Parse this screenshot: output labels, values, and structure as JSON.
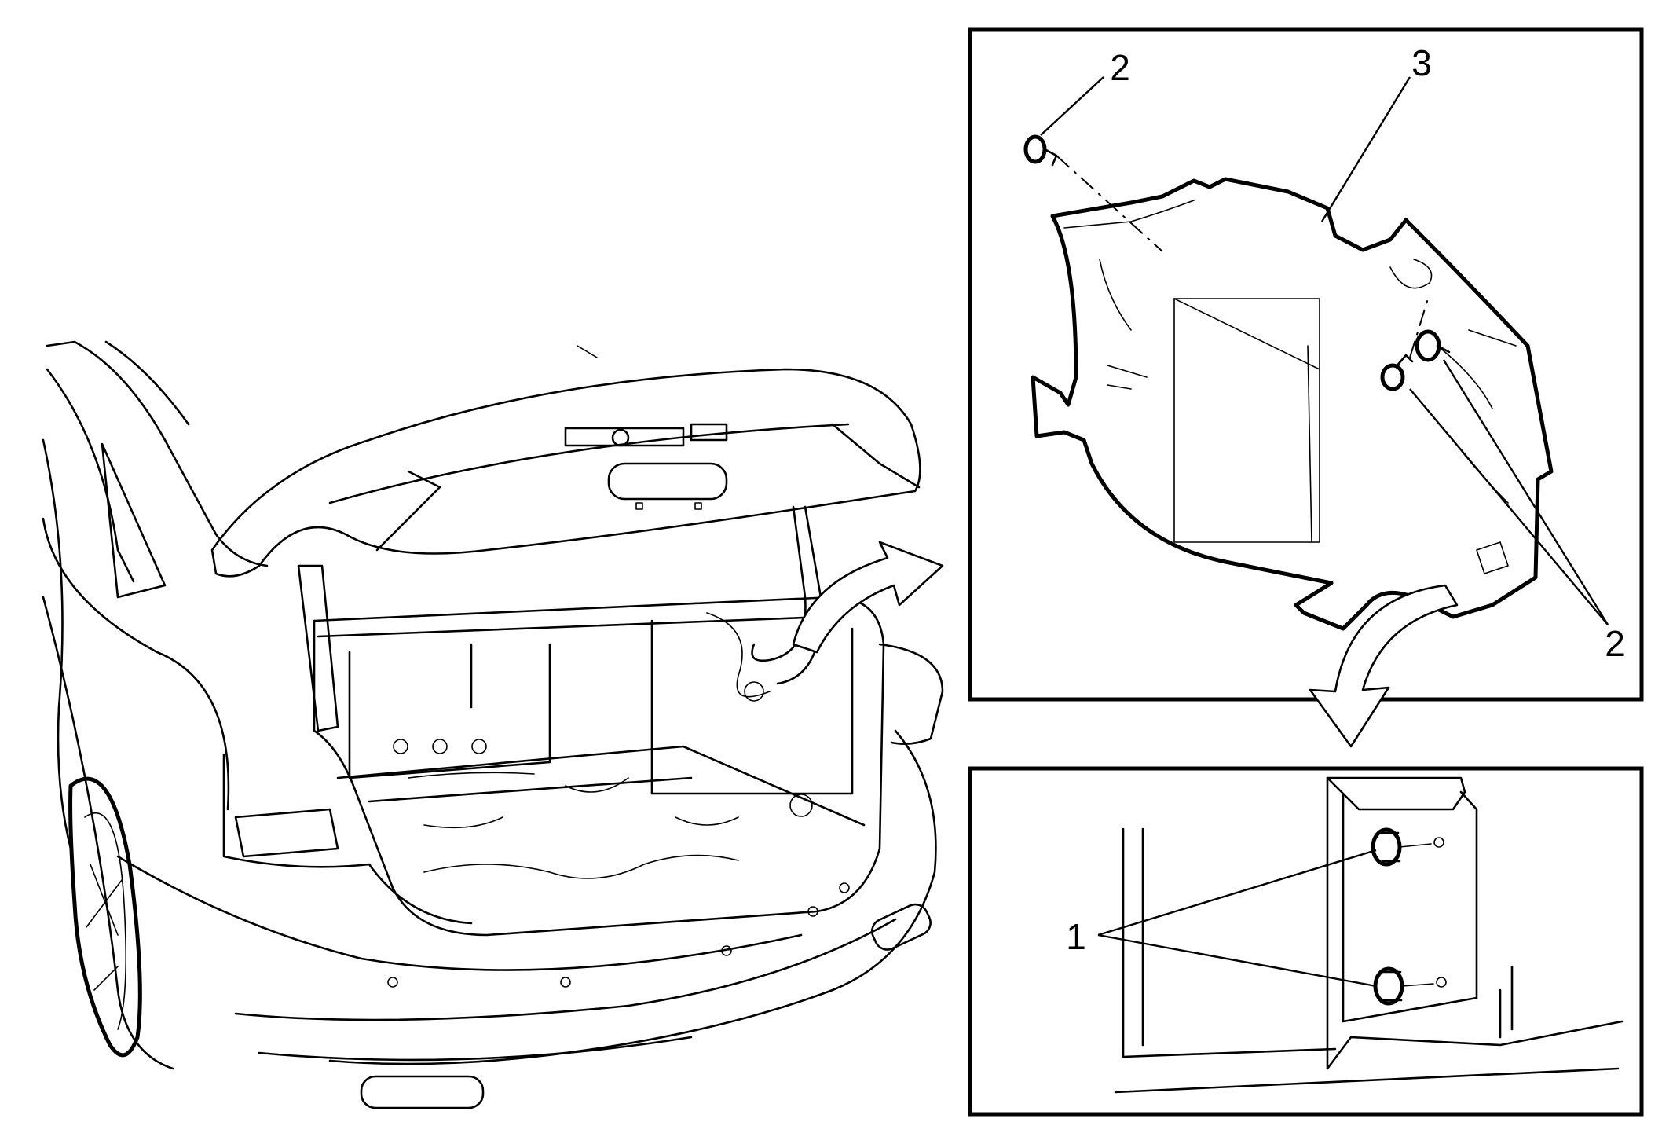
{
  "callouts": {
    "fastener_left": "2",
    "trim_panel": "3",
    "fasteners_right": "2",
    "retainers": "1"
  }
}
